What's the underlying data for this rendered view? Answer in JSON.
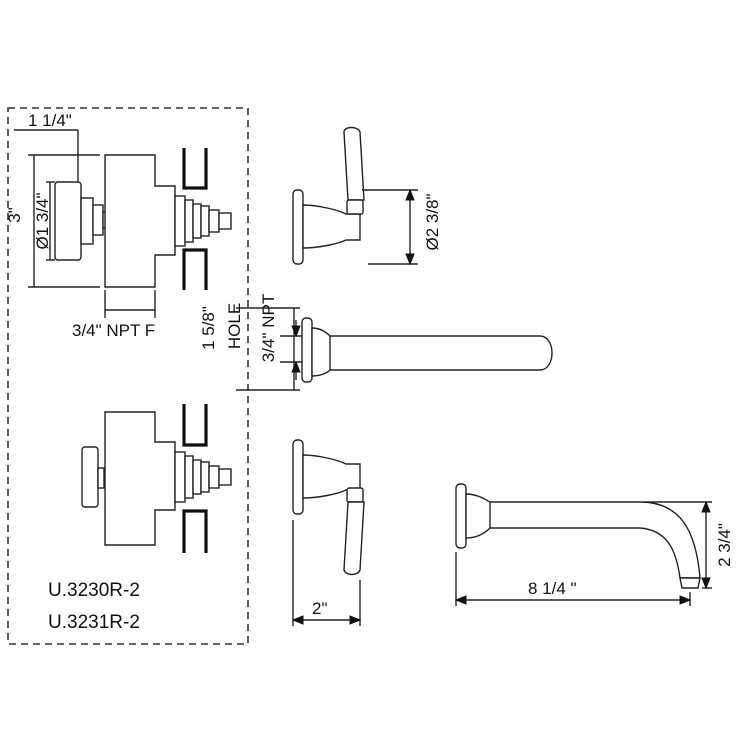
{
  "dimensions": {
    "rough_flange_offset": "1 1/4\"",
    "rough_height": "3\"",
    "rough_flange_diameter": "Ø1 3/4\"",
    "rough_inlet": "3/4\" NPT F",
    "handle_flange_diameter": "Ø2 3/8\"",
    "hole_size": "1 5/8\"",
    "hole_label": "HOLE",
    "supply_thread": "3/4\" NPT",
    "handle_projection": "2\"",
    "spout_length": "8 1/4  \"",
    "spout_drop": "2 3/4\""
  },
  "models": [
    "U.3230R-2",
    "U.3231R-2"
  ],
  "colors": {
    "line": "#222222",
    "background": "#ffffff"
  }
}
